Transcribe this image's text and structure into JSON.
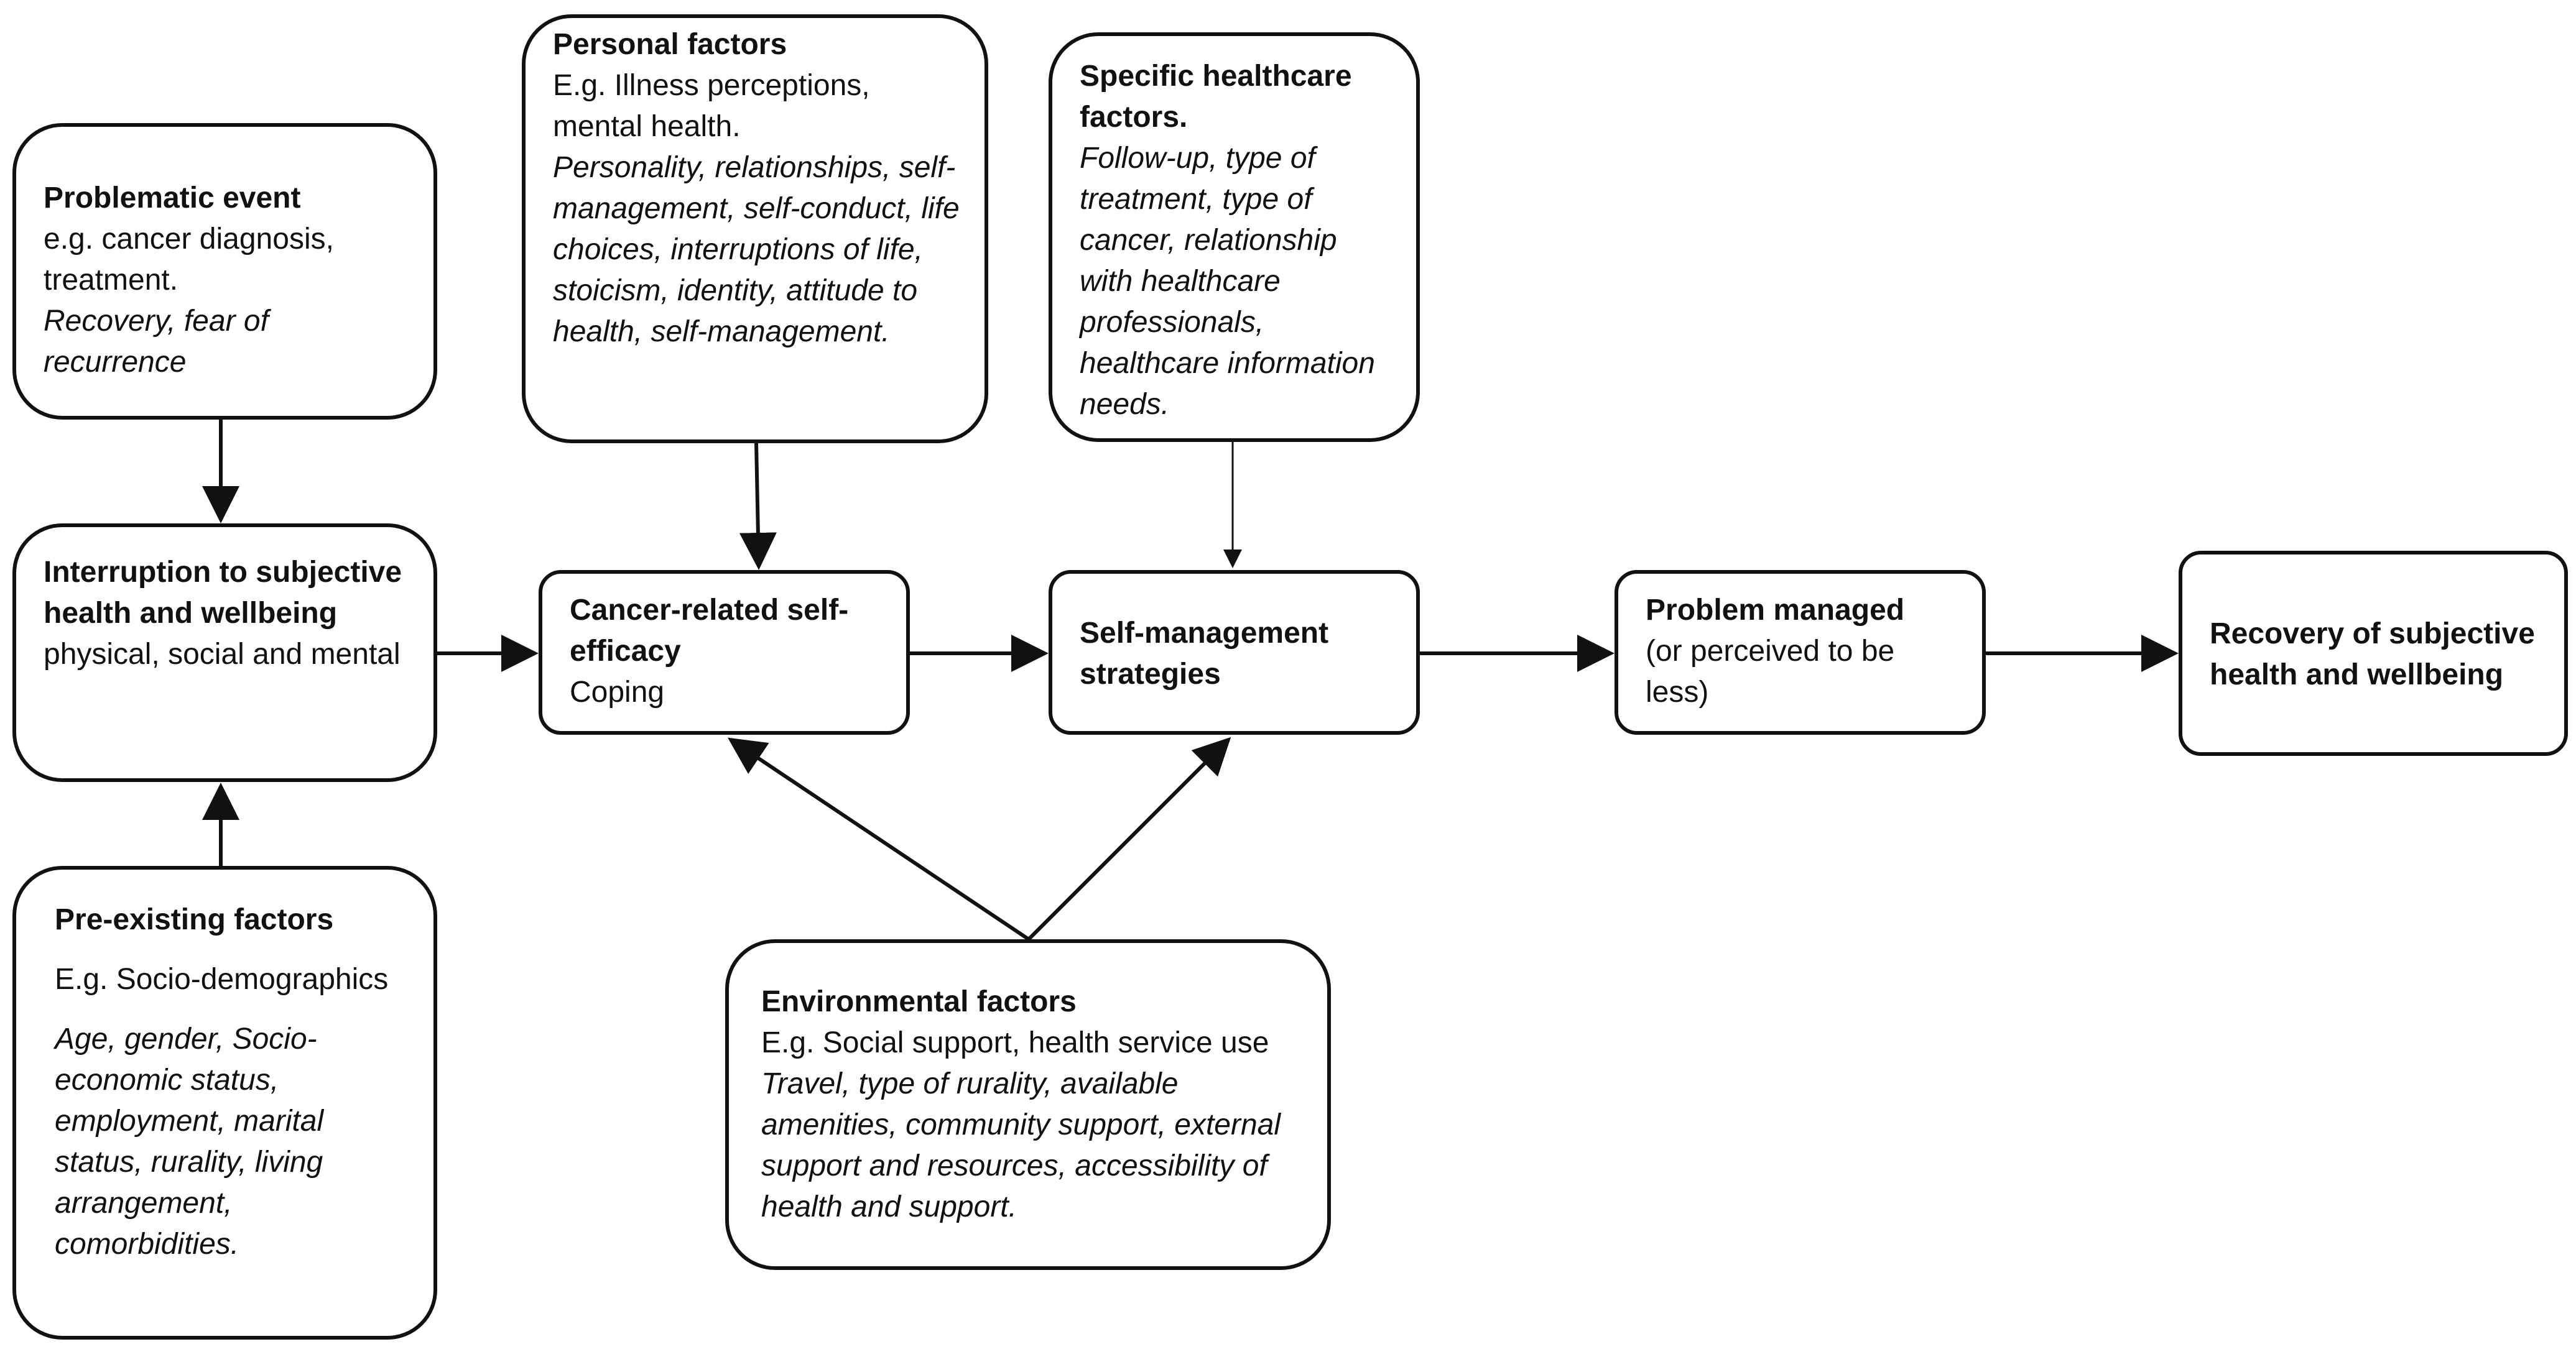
{
  "boxes": {
    "problematic_event": {
      "title": "Problematic event",
      "text": "e.g. cancer diagnosis, treatment.",
      "italic": "Recovery, fear of recurrence"
    },
    "interruption": {
      "title": "Interruption to subjective health and wellbeing",
      "text": "physical, social and mental"
    },
    "pre_existing": {
      "title": "Pre-existing factors",
      "text": "E.g. Socio-demographics",
      "italic": "Age, gender, Socio-economic status, employment, marital status, rurality, living arrangement, comorbidities."
    },
    "personal": {
      "title": "Personal factors",
      "text": "E.g. Illness perceptions, mental health.",
      "italic": "Personality, relationships, self-management, self-conduct, life choices, interruptions of life, stoicism, identity, attitude to health, self-management."
    },
    "self_efficacy": {
      "title": "Cancer-related self-efficacy",
      "text": "Coping"
    },
    "healthcare": {
      "title": "Specific healthcare factors.",
      "italic": "Follow-up, type of treatment, type of cancer, relationship with healthcare professionals, healthcare information needs."
    },
    "self_management": {
      "title": "Self-management strategies"
    },
    "environmental": {
      "title": "Environmental factors",
      "text": "E.g. Social support, health service use",
      "italic": "Travel, type of rurality, available amenities, community support, external support and resources, accessibility of health and support."
    },
    "problem_managed": {
      "title": "Problem managed",
      "text": "(or perceived to be less)"
    },
    "recovery": {
      "title": "Recovery of subjective health and wellbeing"
    }
  }
}
